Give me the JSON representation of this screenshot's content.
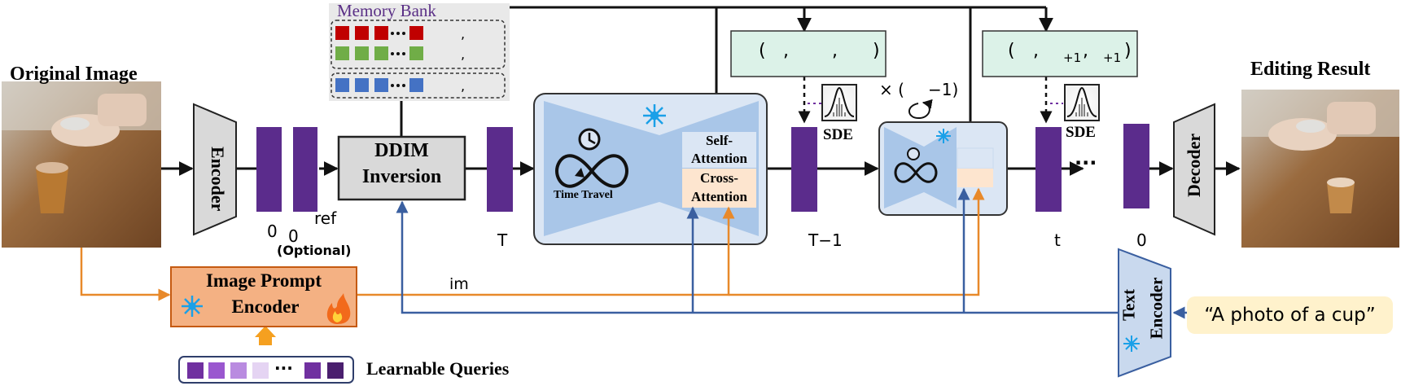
{
  "labels": {
    "original_image": "Original Image",
    "editing_result": "Editing Result",
    "encoder": "Encoder",
    "decoder": "Decoder",
    "ddim_line1": "DDIM",
    "ddim_line2": "Inversion",
    "memory_bank": "Memory Bank",
    "self_attention_1": "Self-",
    "self_attention_2": "Attention",
    "cross_attention_1": "Cross-",
    "cross_attention_2": "Attention",
    "time_travel": "Time Travel",
    "sde_1": "SDE",
    "sde_2": "SDE",
    "image_prompt_encoder_1": "Image Prompt",
    "image_prompt_encoder_2": "Encoder",
    "text_encoder_1": "Text",
    "text_encoder_2": "Encoder",
    "learnable_queries": "Learnable Queries",
    "prompt": "“A photo of a cup”",
    "im": "im",
    "optional": "(Optional)",
    "latent_0": "0",
    "latent_ref_top": "ref",
    "latent_ref_bottom": "0",
    "latent_T": "T",
    "latent_T_minus_1": "T−1",
    "latent_t": "t",
    "latent_final_0": "0",
    "repeat_prefix": "× (",
    "repeat_suffix": "−1)",
    "ellipsis": "···"
  },
  "tuples": {
    "left": [
      "(",
      ",",
      ",",
      ")"
    ],
    "right": [
      "(",
      ",",
      "+1",
      ",",
      "+1",
      ")"
    ]
  },
  "memory_rows": [
    {
      "color": "#c00000",
      "comma": ","
    },
    {
      "color": "#70ad47",
      "comma": ","
    },
    {
      "color": "#4472c4",
      "comma": ","
    }
  ],
  "colors": {
    "latent": "#5b2c8c",
    "blue_box": "#c9d9ee",
    "blue_dark": "#3a5fa0",
    "orange": "#e8892a",
    "orange_box": "#f4b183",
    "green_box": "#dcf2e8",
    "prompt_bg": "#fff2cc"
  }
}
